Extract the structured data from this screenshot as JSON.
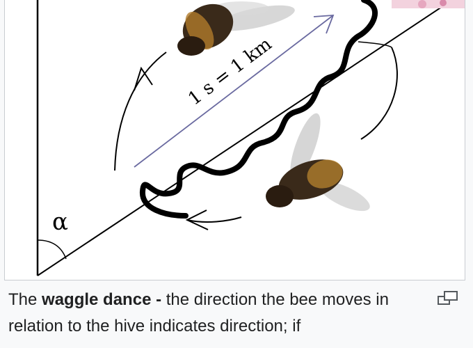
{
  "figure": {
    "scale_label": "1 s = 1 km",
    "angle_label": "α"
  },
  "caption": {
    "prefix": "The ",
    "bold_term": "waggle dance",
    "bold_dash": " -",
    "rest": " the direction the bee moves in relation to the hive indicates direction; if"
  },
  "enlarge_icon": "magnify-clip-icon"
}
